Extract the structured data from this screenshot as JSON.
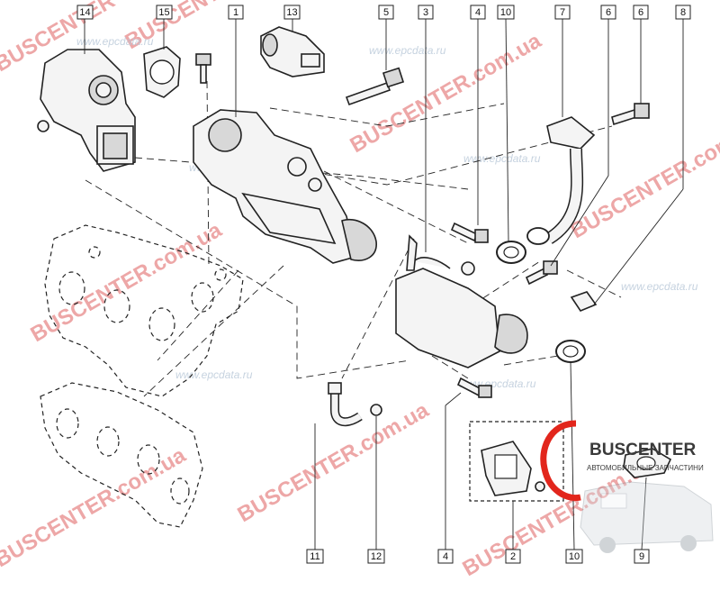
{
  "callouts": [
    "14",
    "15",
    "1",
    "13",
    "5",
    "3",
    "4",
    "10",
    "7",
    "6",
    "6",
    "8",
    "11",
    "12",
    "4",
    "2",
    "10",
    "9"
  ],
  "watermarks": {
    "brand": "BUSCENTER",
    "domain_ua": "BUSCENTER.com.ua",
    "site": "www.epcdata.ru",
    "site_short": "epcdata.ru",
    "tld": ".com.ua"
  },
  "logo": {
    "name": "BUSCENTER",
    "tagline": "АВТОМОБИЛЬНЫЕ ЗАПЧАСТИНИ",
    "brand_color": "#e2261c",
    "text_color": "#3a3a3a"
  }
}
